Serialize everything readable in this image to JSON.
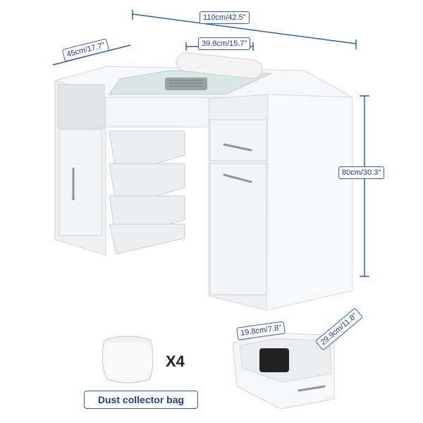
{
  "dimensions": {
    "width": "110cm/42.5\"",
    "depth": "45cm/17.7\"",
    "tray": "39.8cm/15.7\"",
    "height": "80cm/30.3\"",
    "drawer_depth": "19.8cm/7.8\"",
    "drawer_width": "29.9cm/11.8\""
  },
  "accessory": {
    "quantity": "X4",
    "caption": "Dust collector bag"
  },
  "colors": {
    "dimension_line": "#2f5fb3",
    "desk_white": "#f3f4f6",
    "glass_top": "#d9e6e6"
  }
}
